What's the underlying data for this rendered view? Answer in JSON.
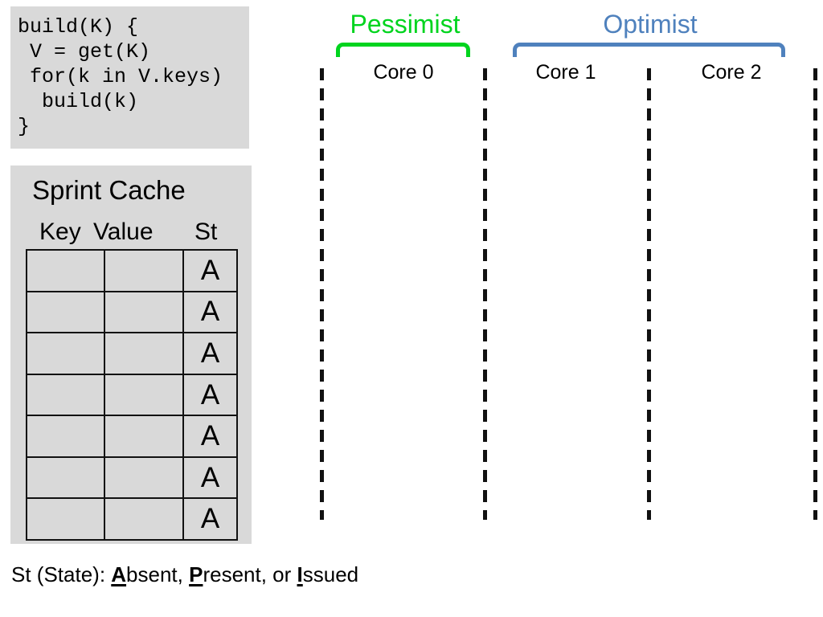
{
  "colors": {
    "panel-bg": "#d9d9d9",
    "pessimist": "#00d41e",
    "optimist": "#4f81bd",
    "ink": "#000000",
    "line": "#111111"
  },
  "code": {
    "text": "build(K) {\n V = get(K)\n for(k in V.keys)\n  build(k)\n}"
  },
  "cache": {
    "title": "Sprint Cache",
    "columns": [
      "Key",
      "Value",
      "St"
    ],
    "rows": [
      {
        "key": "",
        "value": "",
        "st": "A"
      },
      {
        "key": "",
        "value": "",
        "st": "A"
      },
      {
        "key": "",
        "value": "",
        "st": "A"
      },
      {
        "key": "",
        "value": "",
        "st": "A"
      },
      {
        "key": "",
        "value": "",
        "st": "A"
      },
      {
        "key": "",
        "value": "",
        "st": "A"
      },
      {
        "key": "",
        "value": "",
        "st": "A"
      }
    ]
  },
  "timeline": {
    "groups": [
      {
        "label": "Pessimist",
        "color": "#00d41e",
        "covers": [
          "Core 0"
        ]
      },
      {
        "label": "Optimist",
        "color": "#4f81bd",
        "covers": [
          "Core 1",
          "Core 2"
        ]
      }
    ],
    "cores": [
      "Core 0",
      "Core 1",
      "Core 2"
    ]
  },
  "legend": {
    "prefix": "St (State): ",
    "items": [
      {
        "initial": "A",
        "rest": "bsent, "
      },
      {
        "initial": "P",
        "rest": "resent, or "
      },
      {
        "initial": "I",
        "rest": "ssued"
      }
    ]
  }
}
